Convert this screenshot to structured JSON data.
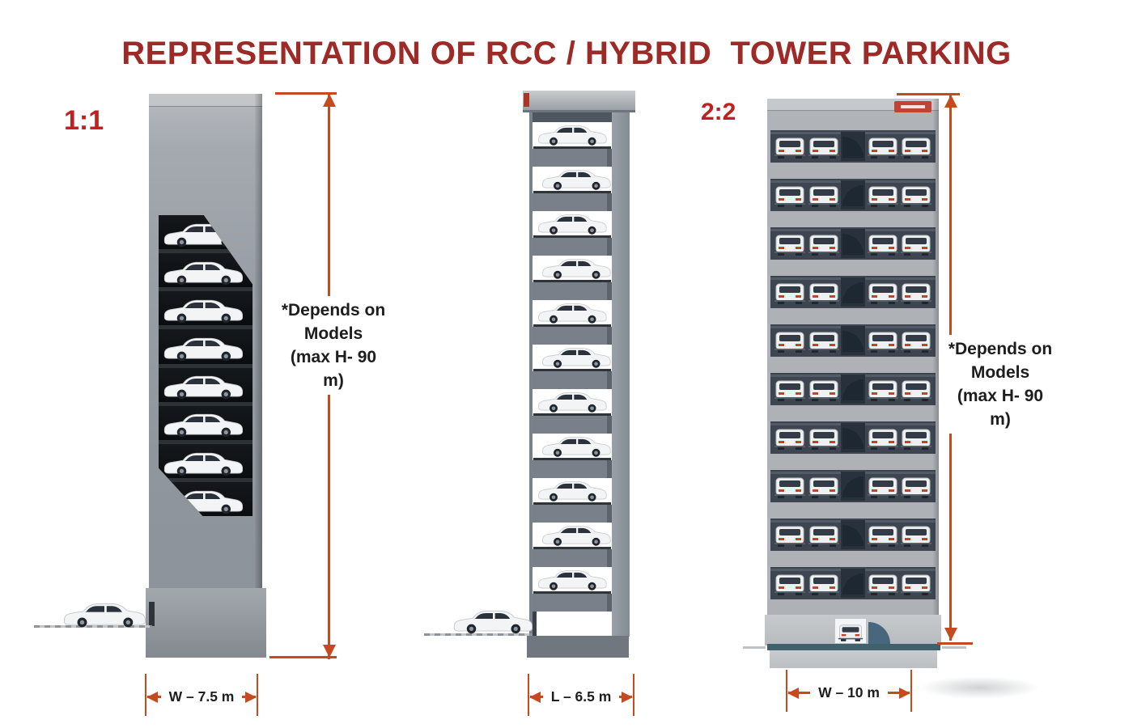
{
  "title": "REPRESENTATION OF RCC / HYBRID  TOWER PARKING",
  "labels": {
    "left_ratio": "1:1",
    "right_ratio": "2:2"
  },
  "height_note": {
    "lines": [
      "*Depends on",
      "Models",
      "(max H- 90",
      "m)"
    ]
  },
  "dimensions": {
    "left_width": "W – 7.5 m",
    "middle_length": "L – 6.5 m",
    "right_width": "W – 10 m"
  },
  "towers": {
    "left_levels": 8,
    "middle_levels": 11,
    "right_rows": 10
  },
  "colors": {
    "c-title": "#9d2a26",
    "c-ratio": "#c02120",
    "c-dim": "#c64a1e",
    "c-note": "#1d1d1d"
  }
}
